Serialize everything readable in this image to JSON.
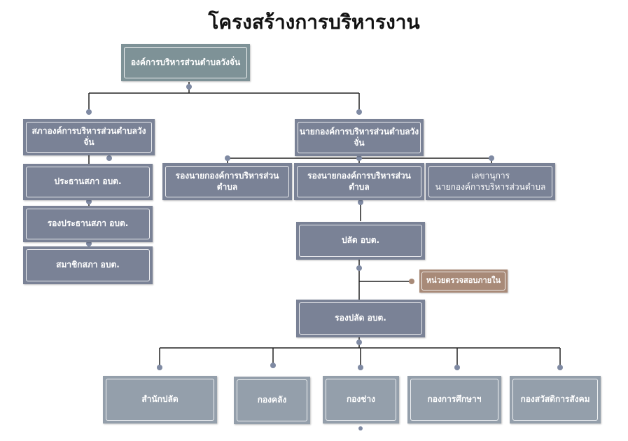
{
  "title": "โครงสร้างการบริหารงาน",
  "colors": {
    "line": "#222222",
    "dot": "#7f8aa3",
    "top_box": "#7e9297",
    "mid_box": "#7a8296",
    "bottom_box": "#949fab",
    "audit_box": "#a88a78",
    "audit_dot": "#a88a78"
  },
  "nodes": {
    "top": "องค์การบริหารส่วนตำบลวังจั่น",
    "council": "สภาองค์การบริหารส่วนตำบลวังจั่น",
    "council_chair": "ประธานสภา อบต.",
    "council_vice": "รองประธานสภา อบต.",
    "council_member": "สมาชิกสภา อบต.",
    "mayor": "นายกองค์การบริหารส่วนตำบลวังจั่น",
    "vice_mayor_1": "รองนายกองค์การบริหารส่วนตำบล",
    "vice_mayor_2": "รองนายกองค์การบริหารส่วนตำบล",
    "secretary_line1": "เลขานุการ",
    "secretary_line2": "นายกองค์การบริหารส่วนตำบล",
    "chief_admin": "ปลัด อบต.",
    "internal_audit": "หน่วยตรวจสอบภายใน",
    "deputy_chief_admin": "รองปลัด อบต.",
    "dept_office": "สำนักปลัด",
    "dept_finance": "กองคลัง",
    "dept_works": "กองช่าง",
    "dept_education": "กองการศึกษาฯ",
    "dept_welfare": "กองสวัสดิการสังคม"
  }
}
